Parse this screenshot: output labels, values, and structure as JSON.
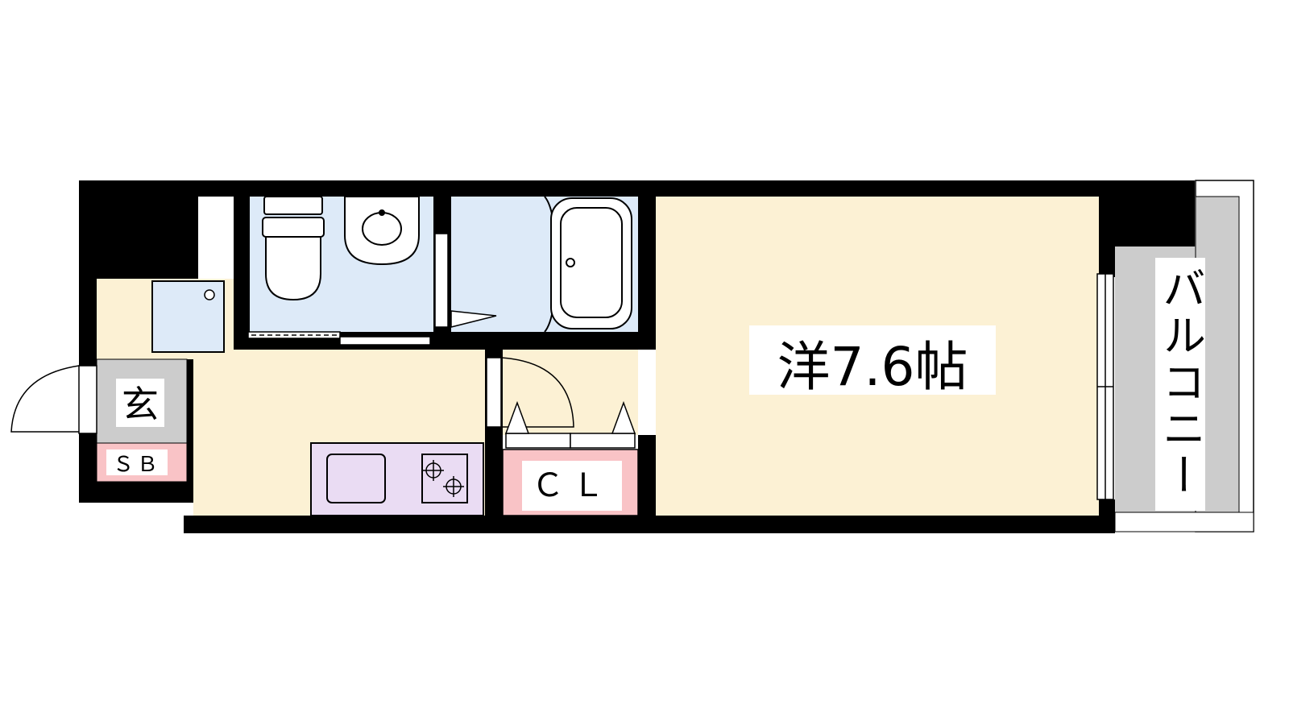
{
  "floorplan": {
    "rooms": {
      "western_room": {
        "name": "洋",
        "size": "7.6",
        "unit": "帖"
      },
      "entrance": {
        "label": "玄"
      },
      "shoe_box": {
        "label": "ＳＢ"
      },
      "closet": {
        "label": "ＣＬ"
      },
      "balcony": {
        "label": "バルコニー"
      }
    },
    "colors": {
      "wall": "#000000",
      "living_floor": "#fcf1d4",
      "wet_area": "#ddeaf8",
      "kitchen_counter": "#eadcf3",
      "storage": "#f9c3c6",
      "entrance_floor": "#cccccc",
      "balcony_floor": "#cccccc"
    }
  }
}
